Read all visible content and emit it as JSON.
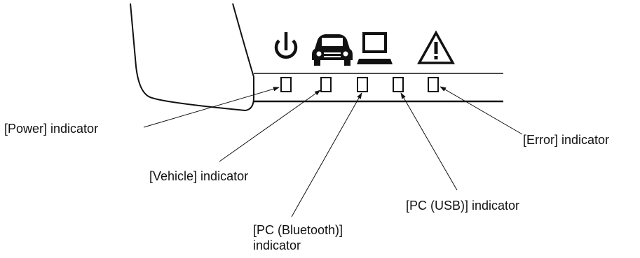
{
  "labels": {
    "power": "[Power] indicator",
    "vehicle": "[Vehicle] indicator",
    "pc_bluetooth_line1": "[PC (Bluetooth)]",
    "pc_bluetooth_line2": "indicator",
    "pc_usb": "[PC (USB)] indicator",
    "error": "[Error] indicator"
  },
  "icons": [
    "power-icon",
    "vehicle-icon",
    "pc-icon",
    "warning-icon"
  ],
  "colors": {
    "line": "#111111",
    "background": "#ffffff"
  }
}
